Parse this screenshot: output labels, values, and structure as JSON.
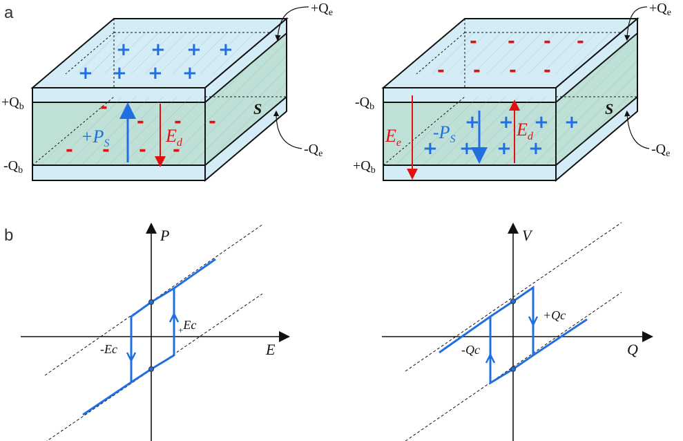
{
  "panel_labels": {
    "a": "a",
    "b": "b"
  },
  "left_capacitor": {
    "top_charge": "+Q",
    "top_charge_sub": "e",
    "bottom_charge": "-Q",
    "bottom_charge_sub": "e",
    "left_top_charge": "+Q",
    "left_top_charge_sub": "b",
    "left_bottom_charge": "-Q",
    "left_bottom_charge_sub": "b",
    "polarization": "+P",
    "polarization_sub": "S",
    "field": "E",
    "field_sub": "d",
    "area": "S",
    "top_symbol": "+",
    "film_symbol": "-"
  },
  "right_capacitor": {
    "top_charge": "+Q",
    "top_charge_sub": "e",
    "bottom_charge": "-Q",
    "bottom_charge_sub": "e",
    "left_top_charge": "-Q",
    "left_top_charge_sub": "b",
    "left_bottom_charge": "+Q",
    "left_bottom_charge_sub": "b",
    "polarization": "-P",
    "polarization_sub": "S",
    "field_d": "E",
    "field_d_sub": "d",
    "field_e": "E",
    "field_e_sub": "e",
    "area": "S",
    "top_symbol": "-",
    "film_symbol": "+"
  },
  "left_plot": {
    "x_axis": "E",
    "y_axis": "P",
    "pos_coercive_prefix": "+",
    "pos_coercive": "Ec",
    "neg_coercive": "-Ec"
  },
  "right_plot": {
    "x_axis": "Q",
    "y_axis": "V",
    "pos_coercive": "+Qc",
    "neg_coercive": "-Qc"
  },
  "colors": {
    "loop": "#1f6fe0",
    "field": "#e01010",
    "plate": "#d4ecf6",
    "film": "#bfe0d6"
  }
}
